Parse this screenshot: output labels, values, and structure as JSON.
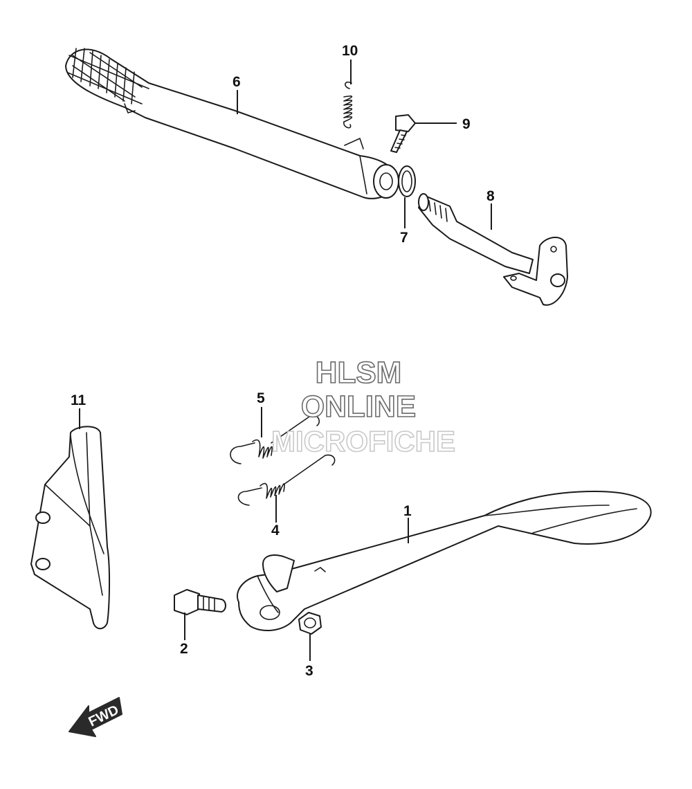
{
  "callouts": {
    "c1": "1",
    "c2": "2",
    "c3": "3",
    "c4": "4",
    "c5": "5",
    "c6": "6",
    "c7": "7",
    "c8": "8",
    "c9": "9",
    "c10": "10",
    "c11": "11"
  },
  "watermark": {
    "line1": "HLSM",
    "line2": "ONLINE",
    "line3": "MICROFICHE"
  },
  "fwd_label": "FWD",
  "colors": {
    "line": "#1a1a1a",
    "watermark_dark": "#6a6a6a",
    "watermark_light": "#c8c8c8",
    "arrow_fill": "#2a2a2a"
  }
}
